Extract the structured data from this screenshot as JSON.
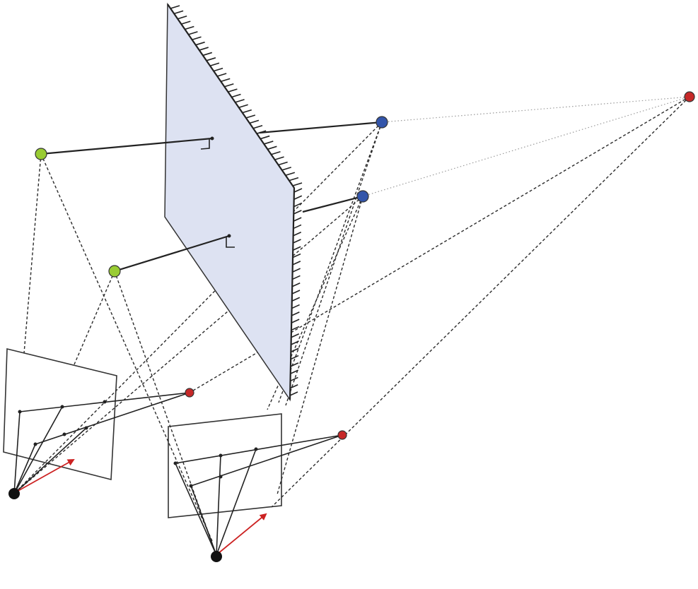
{
  "diagram": {
    "colors": {
      "mirror_fill": "#dde2f2",
      "real_point": "#99cc33",
      "virtual_point": "#3355aa",
      "epipole": "#c62828",
      "camera_center": "#111111",
      "axis_arrow": "#cc2222"
    },
    "elements": {
      "mirror": "planar-mirror",
      "real_points": 2,
      "virtual_points": 2,
      "cameras": 2,
      "epipoles": 3
    }
  }
}
